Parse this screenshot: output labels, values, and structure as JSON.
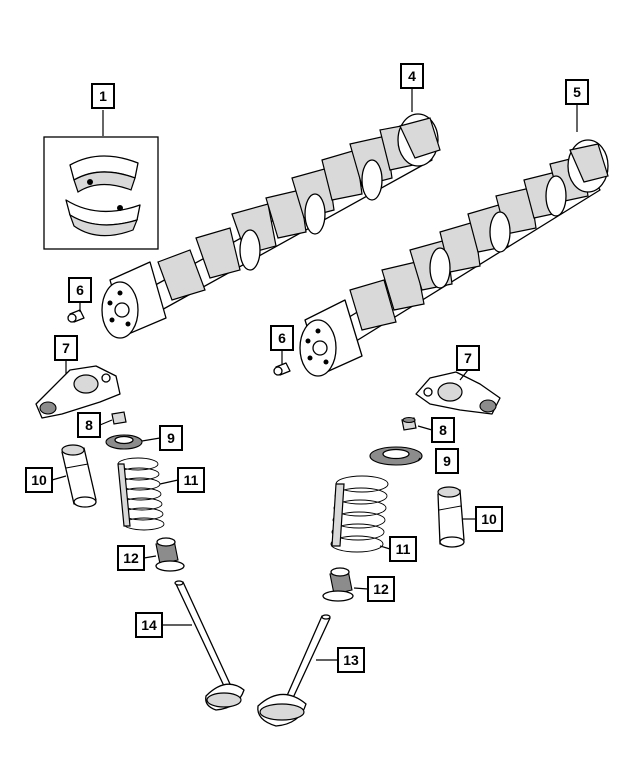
{
  "diagram": {
    "callouts": [
      {
        "id": "c1",
        "label": "1"
      },
      {
        "id": "c4",
        "label": "4"
      },
      {
        "id": "c5",
        "label": "5"
      },
      {
        "id": "c6a",
        "label": "6"
      },
      {
        "id": "c6b",
        "label": "6"
      },
      {
        "id": "c7a",
        "label": "7"
      },
      {
        "id": "c7b",
        "label": "7"
      },
      {
        "id": "c8a",
        "label": "8"
      },
      {
        "id": "c8b",
        "label": "8"
      },
      {
        "id": "c9a",
        "label": "9"
      },
      {
        "id": "c9b",
        "label": "9"
      },
      {
        "id": "c10a",
        "label": "10"
      },
      {
        "id": "c10b",
        "label": "10"
      },
      {
        "id": "c11a",
        "label": "11"
      },
      {
        "id": "c11b",
        "label": "11"
      },
      {
        "id": "c12a",
        "label": "12"
      },
      {
        "id": "c12b",
        "label": "12"
      },
      {
        "id": "c13",
        "label": "13"
      },
      {
        "id": "c14",
        "label": "14"
      }
    ],
    "colors": {
      "line": "#000000",
      "fill": "#ffffff",
      "shade": "#d9d9d9",
      "dark": "#8c8c8c"
    }
  }
}
